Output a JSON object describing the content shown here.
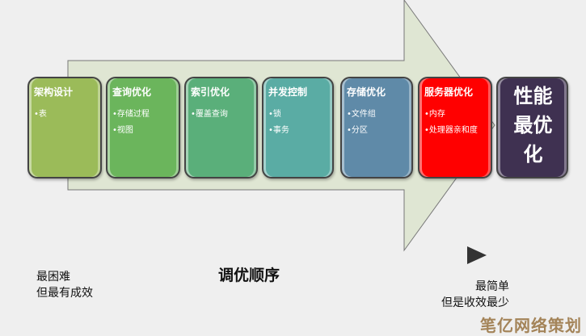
{
  "stages": [
    {
      "title": "架构设计",
      "items": [
        "表"
      ],
      "color": "#9bbb59"
    },
    {
      "title": "查询优化",
      "items": [
        "存储过程",
        "视图"
      ],
      "color": "#6bb55c"
    },
    {
      "title": "索引优化",
      "items": [
        "覆盖查询"
      ],
      "color": "#5aaf7a"
    },
    {
      "title": "并发控制",
      "items": [
        "锁",
        "事务"
      ],
      "color": "#5aaca4"
    },
    {
      "title": "存储优化",
      "items": [
        "文件组",
        "分区"
      ],
      "color": "#5f8aa8"
    },
    {
      "title": "服务器优化",
      "items": [
        "内存",
        "处理器亲和度"
      ],
      "color": "#ff0000"
    }
  ],
  "final": {
    "line1": "性能",
    "line2": "最优",
    "line3": "化",
    "color": "#3f3151"
  },
  "axis": {
    "title": "调优顺序",
    "left_line1": "最困难",
    "left_line2": "但最有成效",
    "right_line1": "最简单",
    "right_line2": "但是收效最少"
  },
  "watermark": "笔亿网络策划"
}
